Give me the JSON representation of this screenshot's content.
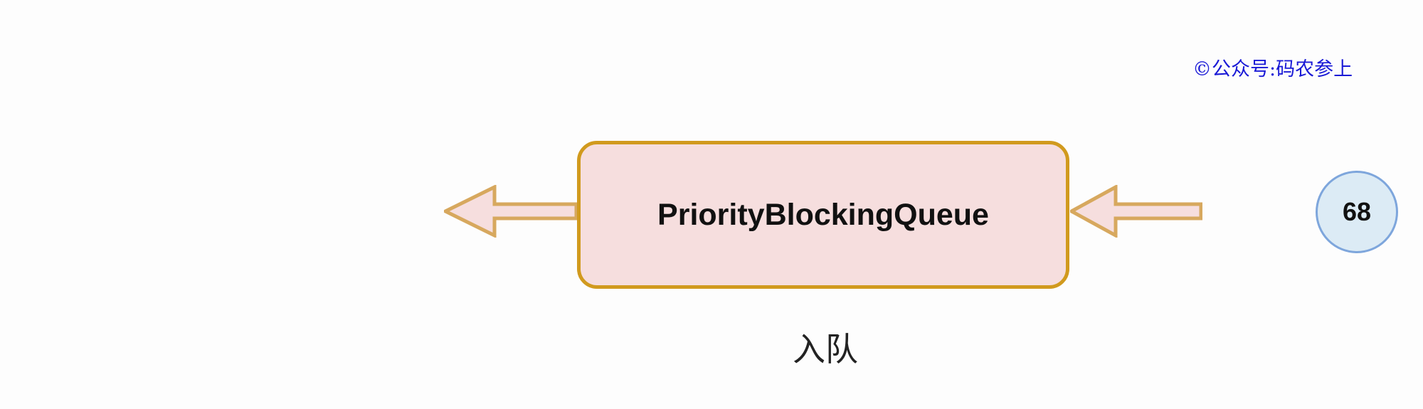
{
  "watermark": {
    "text": "©公众号:码农参上"
  },
  "queue": {
    "label": "PriorityBlockingQueue"
  },
  "incoming_element": {
    "value": "68"
  },
  "caption": {
    "text": "入队"
  },
  "colors": {
    "box_border": "#d19a1e",
    "box_fill": "#f6dede",
    "arrow_border": "#d7a85e",
    "arrow_fill": "#f6dede",
    "node_border": "#7ea6dc",
    "node_fill": "#dcebf5",
    "watermark": "#1a1ad6"
  },
  "icons": {
    "out_arrow": "left-arrow-icon",
    "in_arrow": "left-arrow-icon"
  }
}
